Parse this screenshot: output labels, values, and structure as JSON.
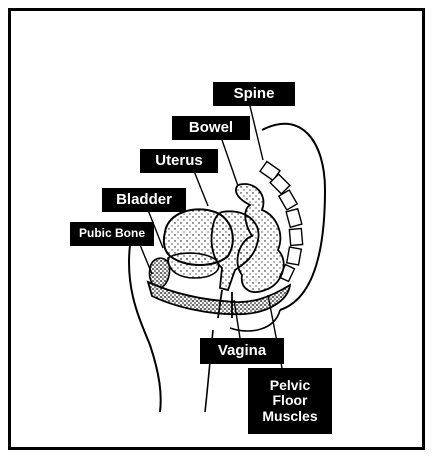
{
  "labels": {
    "spine": "Spine",
    "bowel": "Bowel",
    "uterus": "Uterus",
    "bladder": "Bladder",
    "pubic_bone": "Pubic Bone",
    "vagina": "Vagina",
    "pelvic_floor_muscles": "Pelvic\nFloor\nMuscles"
  },
  "colors": {
    "ink": "#000000",
    "paper": "#ffffff"
  }
}
